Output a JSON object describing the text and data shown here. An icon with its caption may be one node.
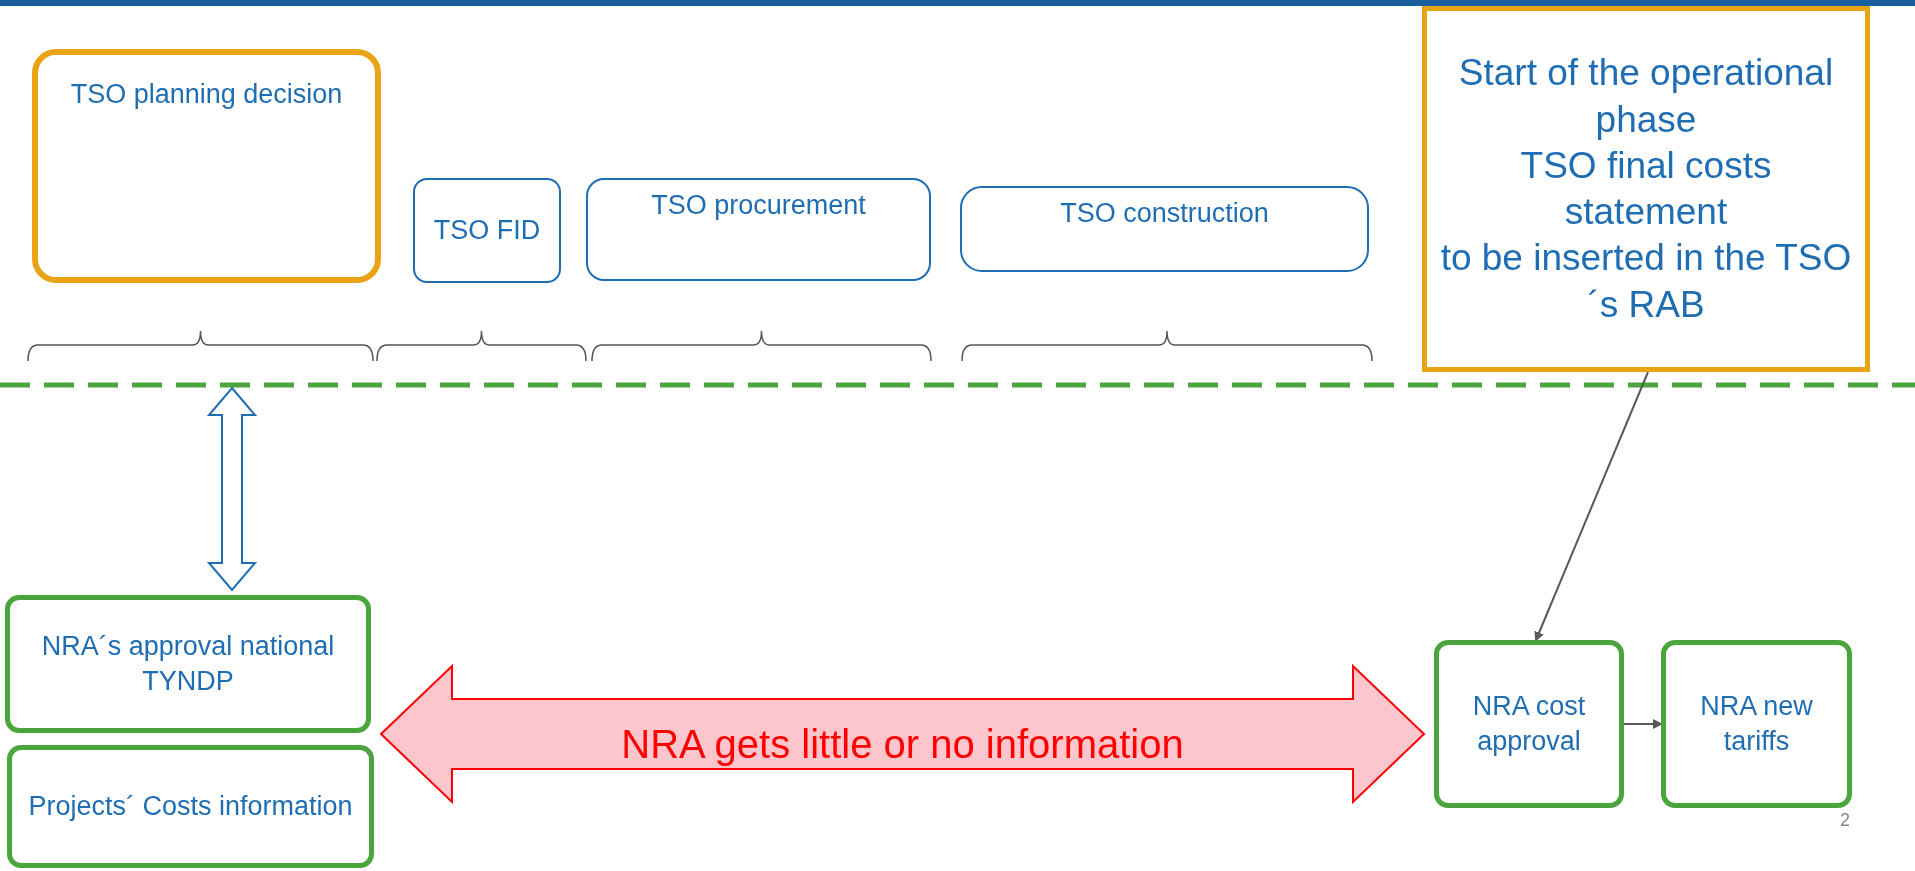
{
  "diagram": {
    "nodes": [
      {
        "text": [
          "TSO planning decision"
        ]
      },
      {
        "text": [
          "TSO FID"
        ]
      },
      {
        "text": [
          "TSO procurement"
        ]
      },
      {
        "text": [
          "TSO construction"
        ]
      },
      {
        "text": [
          "Start of the operational phase",
          "TSO final costs statement",
          "to be inserted in the TSO´s RAB"
        ]
      },
      {
        "text": [
          "NRA´s approval national TYNDP"
        ]
      },
      {
        "text": [
          "Projects´ Costs information"
        ]
      },
      {
        "text": [
          "NRA cost approval"
        ]
      },
      {
        "text": [
          "NRA new tariffs"
        ]
      }
    ],
    "edges": [
      {
        "from": 0,
        "to": 5,
        "arrow": "both",
        "style": "thick",
        "color": "#1f6db3"
      },
      {
        "from": 5,
        "to": 7,
        "arrow": "both",
        "style": "thick",
        "color": "#ff0000",
        "label": "NRA gets little or no information"
      },
      {
        "from": 4,
        "to": 7,
        "arrow": "to"
      },
      {
        "from": 7,
        "to": 8,
        "arrow": "to"
      }
    ],
    "labels": [
      "2"
    ]
  }
}
